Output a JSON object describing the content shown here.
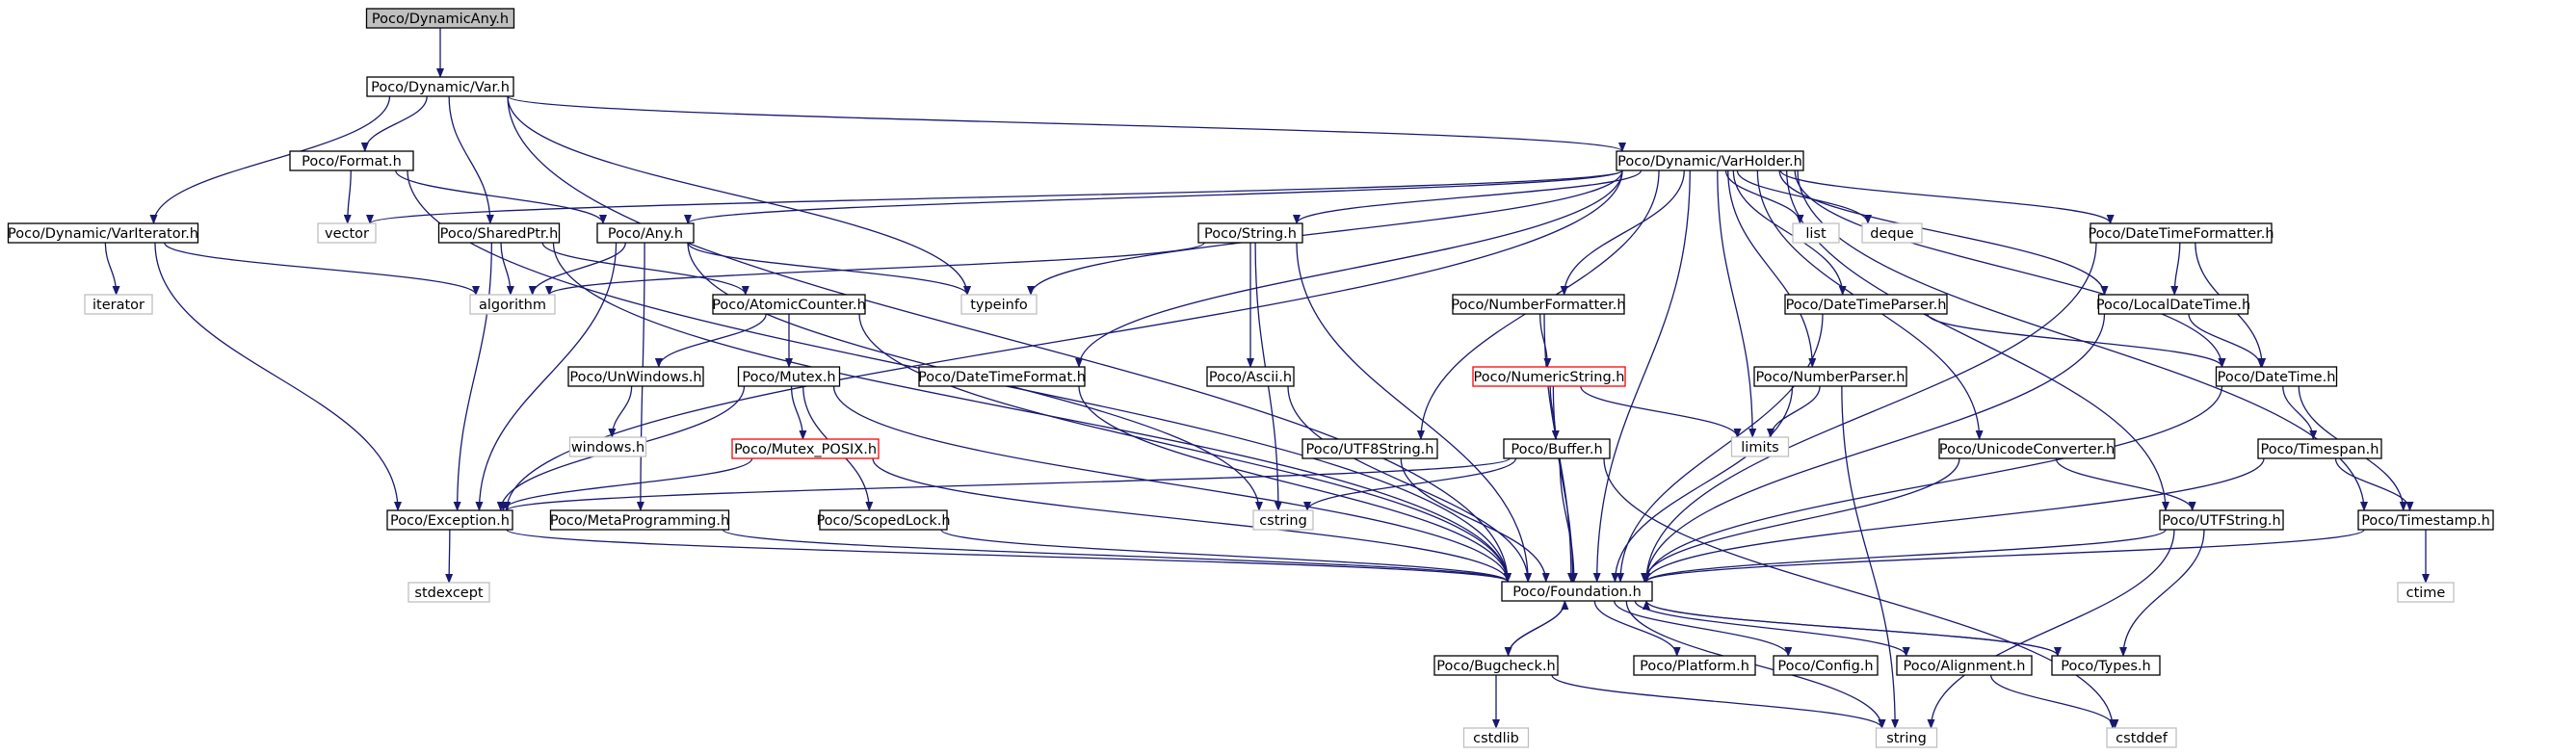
{
  "colors": {
    "edge": "#191970",
    "node_border": "#000000",
    "external_border": "#bfbfbf",
    "truncated_border": "#ff0000",
    "root_fill": "#bfbfbf",
    "node_fill": "#ffffff"
  },
  "nodes": [
    {
      "id": "n_dynany",
      "label": "Poco/DynamicAny.h",
      "kind": "root"
    },
    {
      "id": "n_var",
      "label": "Poco/Dynamic/Var.h",
      "kind": "internal"
    },
    {
      "id": "n_format",
      "label": "Poco/Format.h",
      "kind": "internal"
    },
    {
      "id": "n_varholder",
      "label": "Poco/Dynamic/VarHolder.h",
      "kind": "internal"
    },
    {
      "id": "n_variter",
      "label": "Poco/Dynamic/VarIterator.h",
      "kind": "internal"
    },
    {
      "id": "n_iterator",
      "label": "iterator",
      "kind": "external"
    },
    {
      "id": "n_vector",
      "label": "vector",
      "kind": "external"
    },
    {
      "id": "n_sharedptr",
      "label": "Poco/SharedPtr.h",
      "kind": "internal"
    },
    {
      "id": "n_any",
      "label": "Poco/Any.h",
      "kind": "internal"
    },
    {
      "id": "n_algorithm",
      "label": "algorithm",
      "kind": "external"
    },
    {
      "id": "n_typeinfo",
      "label": "typeinfo",
      "kind": "external"
    },
    {
      "id": "n_string_h",
      "label": "Poco/String.h",
      "kind": "internal"
    },
    {
      "id": "n_list",
      "label": "list",
      "kind": "external"
    },
    {
      "id": "n_deque",
      "label": "deque",
      "kind": "external"
    },
    {
      "id": "n_dtformatter",
      "label": "Poco/DateTimeFormatter.h",
      "kind": "internal"
    },
    {
      "id": "n_atomic",
      "label": "Poco/AtomicCounter.h",
      "kind": "internal"
    },
    {
      "id": "n_numformatter",
      "label": "Poco/NumberFormatter.h",
      "kind": "internal"
    },
    {
      "id": "n_dtparser",
      "label": "Poco/DateTimeParser.h",
      "kind": "internal"
    },
    {
      "id": "n_localdt",
      "label": "Poco/LocalDateTime.h",
      "kind": "internal"
    },
    {
      "id": "n_unwindows",
      "label": "Poco/UnWindows.h",
      "kind": "internal"
    },
    {
      "id": "n_mutex",
      "label": "Poco/Mutex.h",
      "kind": "internal"
    },
    {
      "id": "n_dtformat",
      "label": "Poco/DateTimeFormat.h",
      "kind": "internal"
    },
    {
      "id": "n_ascii",
      "label": "Poco/Ascii.h",
      "kind": "internal"
    },
    {
      "id": "n_numstring",
      "label": "Poco/NumericString.h",
      "kind": "truncated"
    },
    {
      "id": "n_numparser",
      "label": "Poco/NumberParser.h",
      "kind": "internal"
    },
    {
      "id": "n_datetime",
      "label": "Poco/DateTime.h",
      "kind": "internal"
    },
    {
      "id": "n_windows",
      "label": "windows.h",
      "kind": "external"
    },
    {
      "id": "n_mutexposix",
      "label": "Poco/Mutex_POSIX.h",
      "kind": "truncated"
    },
    {
      "id": "n_utf8",
      "label": "Poco/UTF8String.h",
      "kind": "internal"
    },
    {
      "id": "n_buffer",
      "label": "Poco/Buffer.h",
      "kind": "internal"
    },
    {
      "id": "n_limits",
      "label": "limits",
      "kind": "external"
    },
    {
      "id": "n_unicodeconv",
      "label": "Poco/UnicodeConverter.h",
      "kind": "internal"
    },
    {
      "id": "n_timespan",
      "label": "Poco/Timespan.h",
      "kind": "internal"
    },
    {
      "id": "n_exception",
      "label": "Poco/Exception.h",
      "kind": "internal"
    },
    {
      "id": "n_metaprog",
      "label": "Poco/MetaProgramming.h",
      "kind": "internal"
    },
    {
      "id": "n_scopedlock",
      "label": "Poco/ScopedLock.h",
      "kind": "internal"
    },
    {
      "id": "n_cstring",
      "label": "cstring",
      "kind": "external"
    },
    {
      "id": "n_utfstring",
      "label": "Poco/UTFString.h",
      "kind": "internal"
    },
    {
      "id": "n_timestamp",
      "label": "Poco/Timestamp.h",
      "kind": "internal"
    },
    {
      "id": "n_stdexcept",
      "label": "stdexcept",
      "kind": "external"
    },
    {
      "id": "n_foundation",
      "label": "Poco/Foundation.h",
      "kind": "internal"
    },
    {
      "id": "n_ctime",
      "label": "ctime",
      "kind": "external"
    },
    {
      "id": "n_bugcheck",
      "label": "Poco/Bugcheck.h",
      "kind": "internal"
    },
    {
      "id": "n_platform",
      "label": "Poco/Platform.h",
      "kind": "internal"
    },
    {
      "id": "n_config",
      "label": "Poco/Config.h",
      "kind": "internal"
    },
    {
      "id": "n_alignment",
      "label": "Poco/Alignment.h",
      "kind": "internal"
    },
    {
      "id": "n_types",
      "label": "Poco/Types.h",
      "kind": "internal"
    },
    {
      "id": "n_cstdlib",
      "label": "cstdlib",
      "kind": "external"
    },
    {
      "id": "n_string",
      "label": "string",
      "kind": "external"
    },
    {
      "id": "n_cstddef",
      "label": "cstddef",
      "kind": "external"
    }
  ],
  "edges": [
    [
      "n_dynany",
      "n_var"
    ],
    [
      "n_var",
      "n_format"
    ],
    [
      "n_var",
      "n_varholder"
    ],
    [
      "n_var",
      "n_variter"
    ],
    [
      "n_var",
      "n_sharedptr"
    ],
    [
      "n_var",
      "n_typeinfo"
    ],
    [
      "n_var",
      "n_foundation"
    ],
    [
      "n_format",
      "n_any"
    ],
    [
      "n_format",
      "n_vector"
    ],
    [
      "n_format",
      "n_foundation"
    ],
    [
      "n_variter",
      "n_iterator"
    ],
    [
      "n_variter",
      "n_algorithm"
    ],
    [
      "n_variter",
      "n_exception"
    ],
    [
      "n_sharedptr",
      "n_algorithm"
    ],
    [
      "n_sharedptr",
      "n_atomic"
    ],
    [
      "n_sharedptr",
      "n_exception"
    ],
    [
      "n_sharedptr",
      "n_foundation"
    ],
    [
      "n_any",
      "n_algorithm"
    ],
    [
      "n_any",
      "n_typeinfo"
    ],
    [
      "n_any",
      "n_cstring"
    ],
    [
      "n_any",
      "n_metaprog"
    ],
    [
      "n_any",
      "n_exception"
    ],
    [
      "n_varholder",
      "n_vector"
    ],
    [
      "n_varholder",
      "n_any"
    ],
    [
      "n_varholder",
      "n_typeinfo"
    ],
    [
      "n_varholder",
      "n_string_h"
    ],
    [
      "n_varholder",
      "n_list"
    ],
    [
      "n_varholder",
      "n_deque"
    ],
    [
      "n_varholder",
      "n_dtformatter"
    ],
    [
      "n_varholder",
      "n_numformatter"
    ],
    [
      "n_varholder",
      "n_dtparser"
    ],
    [
      "n_varholder",
      "n_localdt"
    ],
    [
      "n_varholder",
      "n_dtformat"
    ],
    [
      "n_varholder",
      "n_numparser"
    ],
    [
      "n_varholder",
      "n_datetime"
    ],
    [
      "n_varholder",
      "n_utf8"
    ],
    [
      "n_varholder",
      "n_limits"
    ],
    [
      "n_varholder",
      "n_unicodeconv"
    ],
    [
      "n_varholder",
      "n_exception"
    ],
    [
      "n_varholder",
      "n_utfstring"
    ],
    [
      "n_varholder",
      "n_timestamp"
    ],
    [
      "n_varholder",
      "n_foundation"
    ],
    [
      "n_string_h",
      "n_algorithm"
    ],
    [
      "n_string_h",
      "n_ascii"
    ],
    [
      "n_string_h",
      "n_cstring"
    ],
    [
      "n_string_h",
      "n_foundation"
    ],
    [
      "n_atomic",
      "n_unwindows"
    ],
    [
      "n_atomic",
      "n_mutex"
    ],
    [
      "n_atomic",
      "n_foundation"
    ],
    [
      "n_unwindows",
      "n_windows"
    ],
    [
      "n_mutex",
      "n_mutexposix"
    ],
    [
      "n_mutex",
      "n_scopedlock"
    ],
    [
      "n_mutex",
      "n_exception"
    ],
    [
      "n_mutex",
      "n_foundation"
    ],
    [
      "n_mutexposix",
      "n_exception"
    ],
    [
      "n_mutexposix",
      "n_foundation"
    ],
    [
      "n_dtformatter",
      "n_localdt"
    ],
    [
      "n_dtformatter",
      "n_datetime"
    ],
    [
      "n_dtformatter",
      "n_foundation"
    ],
    [
      "n_localdt",
      "n_datetime"
    ],
    [
      "n_localdt",
      "n_foundation"
    ],
    [
      "n_dtparser",
      "n_datetime"
    ],
    [
      "n_dtparser",
      "n_foundation"
    ],
    [
      "n_numformatter",
      "n_numstring"
    ],
    [
      "n_numformatter",
      "n_foundation"
    ],
    [
      "n_numstring",
      "n_buffer"
    ],
    [
      "n_numstring",
      "n_limits"
    ],
    [
      "n_numstring",
      "n_foundation"
    ],
    [
      "n_numparser",
      "n_limits"
    ],
    [
      "n_numparser",
      "n_string"
    ],
    [
      "n_numparser",
      "n_foundation"
    ],
    [
      "n_datetime",
      "n_timespan"
    ],
    [
      "n_datetime",
      "n_timestamp"
    ],
    [
      "n_datetime",
      "n_foundation"
    ],
    [
      "n_timespan",
      "n_timestamp"
    ],
    [
      "n_timespan",
      "n_foundation"
    ],
    [
      "n_timestamp",
      "n_ctime"
    ],
    [
      "n_timestamp",
      "n_foundation"
    ],
    [
      "n_buffer",
      "n_exception"
    ],
    [
      "n_buffer",
      "n_cstring"
    ],
    [
      "n_buffer",
      "n_cstddef"
    ],
    [
      "n_buffer",
      "n_foundation"
    ],
    [
      "n_unicodeconv",
      "n_utfstring"
    ],
    [
      "n_unicodeconv",
      "n_foundation"
    ],
    [
      "n_utfstring",
      "n_types"
    ],
    [
      "n_utfstring",
      "n_string"
    ],
    [
      "n_utfstring",
      "n_foundation"
    ],
    [
      "n_utf8",
      "n_foundation"
    ],
    [
      "n_dtformat",
      "n_foundation"
    ],
    [
      "n_ascii",
      "n_foundation"
    ],
    [
      "n_scopedlock",
      "n_foundation"
    ],
    [
      "n_metaprog",
      "n_foundation"
    ],
    [
      "n_exception",
      "n_stdexcept"
    ],
    [
      "n_exception",
      "n_foundation"
    ],
    [
      "n_foundation",
      "n_bugcheck"
    ],
    [
      "n_foundation",
      "n_platform"
    ],
    [
      "n_foundation",
      "n_config"
    ],
    [
      "n_foundation",
      "n_alignment"
    ],
    [
      "n_foundation",
      "n_types"
    ],
    [
      "n_foundation",
      "n_string"
    ],
    [
      "n_bugcheck",
      "n_foundation"
    ],
    [
      "n_bugcheck",
      "n_cstdlib"
    ],
    [
      "n_bugcheck",
      "n_string"
    ],
    [
      "n_types",
      "n_foundation"
    ],
    [
      "n_alignment",
      "n_cstddef"
    ]
  ]
}
